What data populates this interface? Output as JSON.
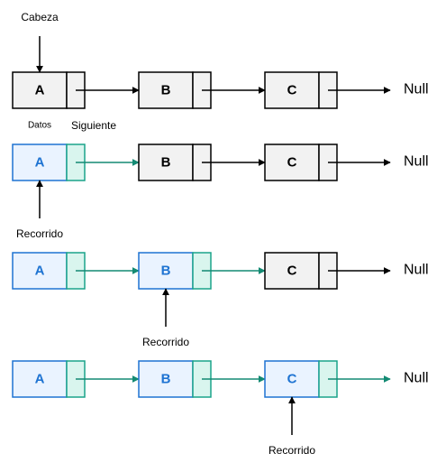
{
  "labels": {
    "head": "Cabeza",
    "data": "Datos",
    "next": "Siguiente",
    "traversal": "Recorrido",
    "null": "Null"
  },
  "colors": {
    "normal_fill": "#f2f2f2",
    "normal_stroke": "#000000",
    "visited_fill": "#eaf3ff",
    "visited_stroke": "#1e73d2",
    "visited_text": "#1e73d2",
    "visited_next_fill": "#d9f5ee",
    "visited_next_stroke": "#1aa38a",
    "visited_arrow": "#138a73"
  },
  "rows": [
    {
      "nodes": [
        {
          "value": "A",
          "visited": false
        },
        {
          "value": "B",
          "visited": false
        },
        {
          "value": "C",
          "visited": false
        }
      ],
      "pointer": "head"
    },
    {
      "nodes": [
        {
          "value": "A",
          "visited": true
        },
        {
          "value": "B",
          "visited": false
        },
        {
          "value": "C",
          "visited": false
        }
      ],
      "pointer": "traversal"
    },
    {
      "nodes": [
        {
          "value": "A",
          "visited": true
        },
        {
          "value": "B",
          "visited": true
        },
        {
          "value": "C",
          "visited": false
        }
      ],
      "pointer": "traversal"
    },
    {
      "nodes": [
        {
          "value": "A",
          "visited": true
        },
        {
          "value": "B",
          "visited": true
        },
        {
          "value": "C",
          "visited": true
        }
      ],
      "pointer": "traversal"
    }
  ]
}
